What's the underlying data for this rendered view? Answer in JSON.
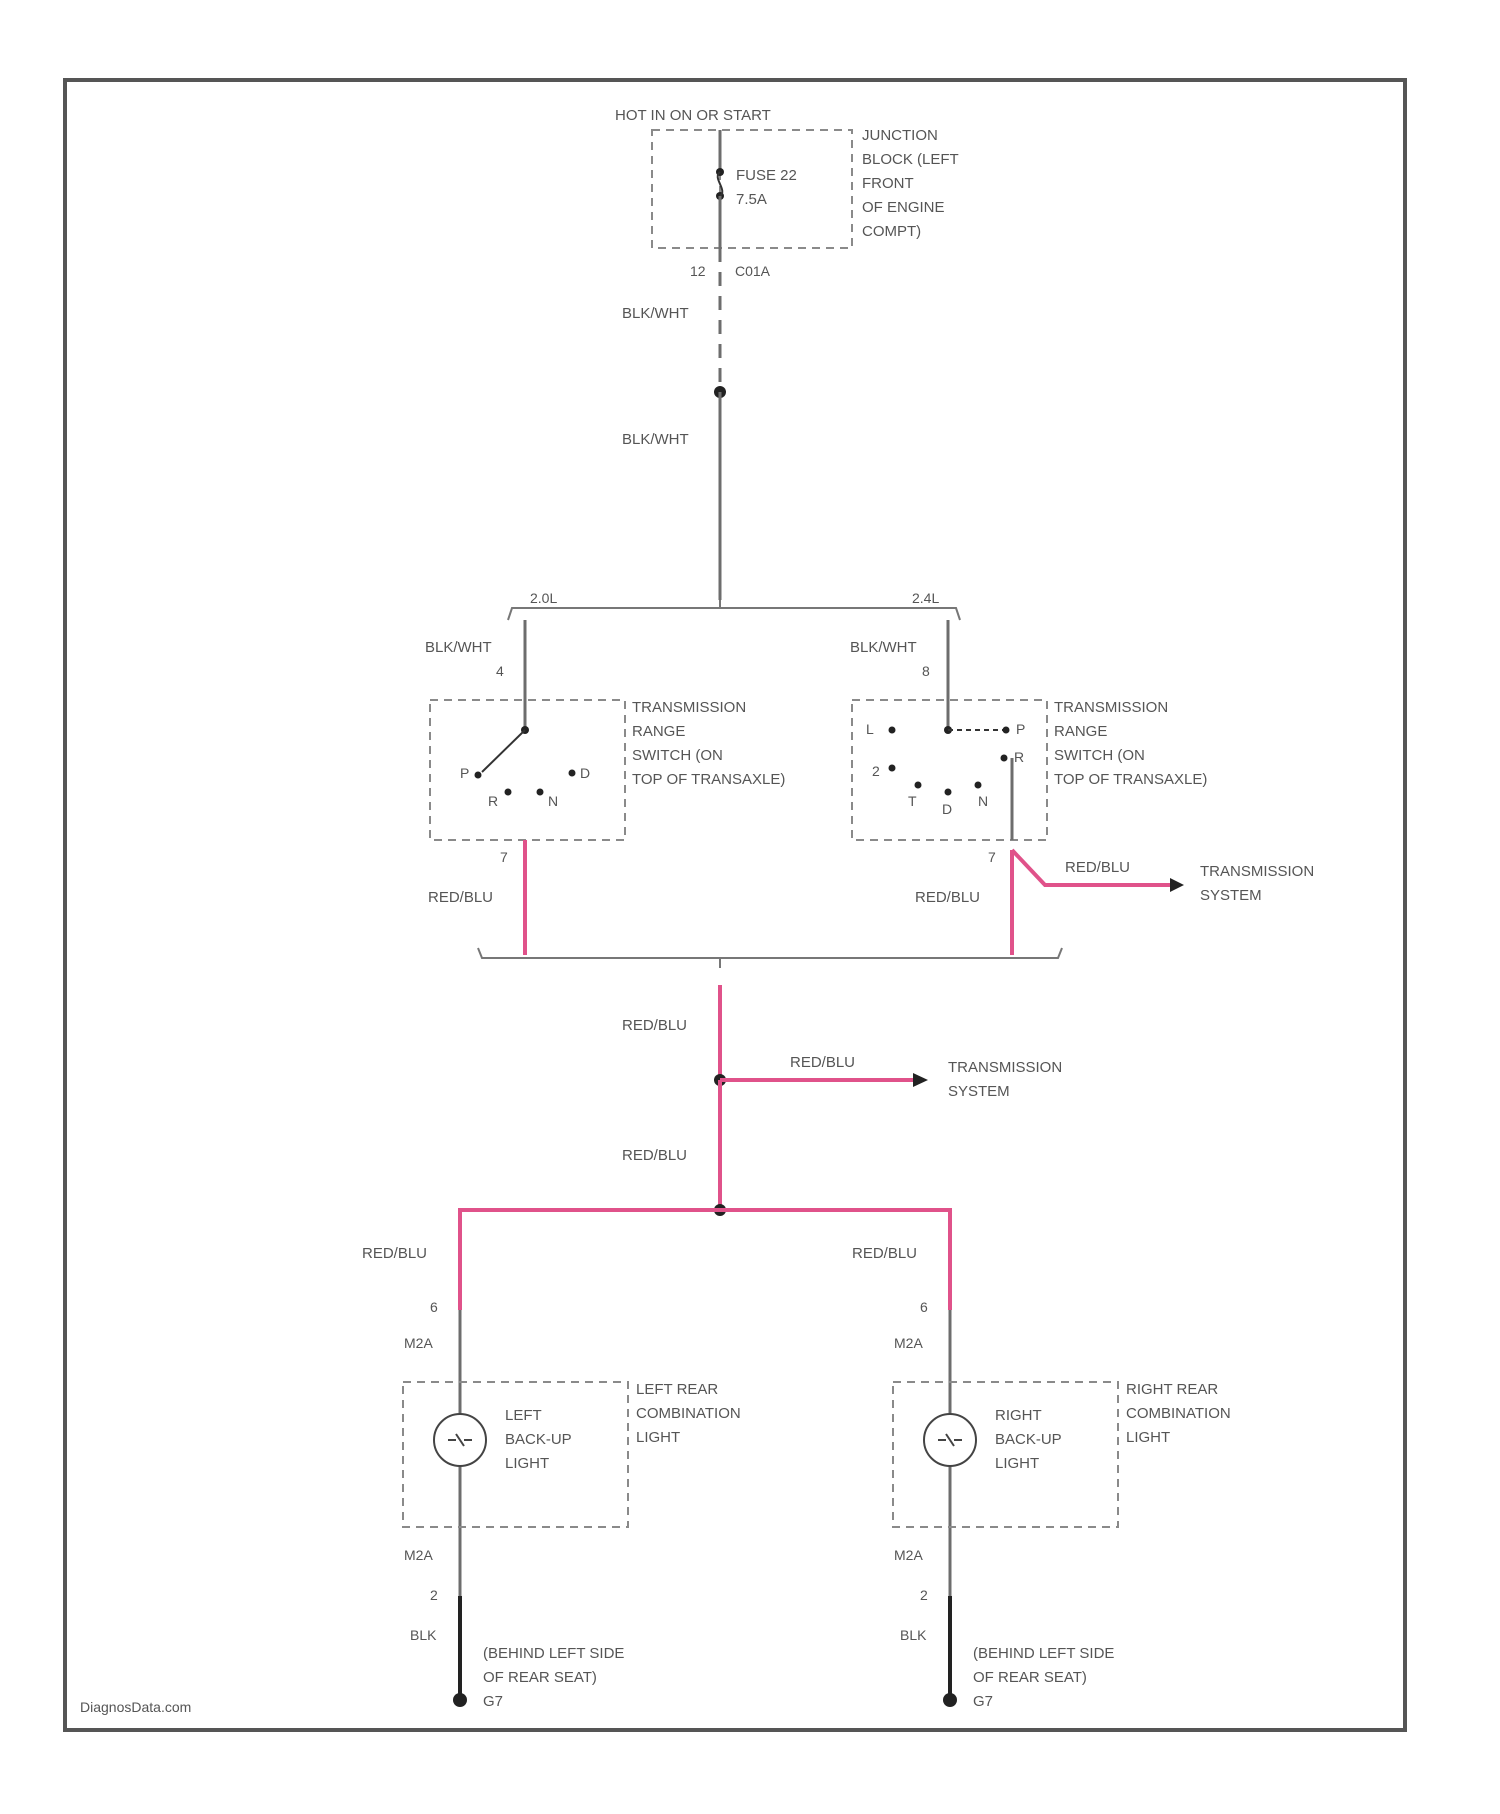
{
  "power": {
    "label": "HOT IN ON OR START"
  },
  "fuse": {
    "name": "FUSE 22",
    "rating": "7.5A"
  },
  "junction_block": {
    "lines": [
      "JUNCTION",
      "BLOCK (LEFT",
      "FRONT",
      "OF ENGINE",
      "COMPT)"
    ]
  },
  "fuse_connector": {
    "pin": "12",
    "id": "C01A"
  },
  "wires": {
    "blk_wht": "BLK/WHT",
    "red_blu": "RED/BLU",
    "blk": "BLK"
  },
  "variants": {
    "left": "2.0L",
    "right": "2.4L"
  },
  "trs_left": {
    "pin_in": "4",
    "pin_out": "7",
    "lines": [
      "TRANSMISSION",
      "RANGE",
      "SWITCH (ON",
      "TOP OF TRANSAXLE)"
    ],
    "positions": [
      "P",
      "R",
      "N",
      "D"
    ]
  },
  "trs_right": {
    "pin_in": "8",
    "pin_out": "7",
    "lines": [
      "TRANSMISSION",
      "RANGE",
      "SWITCH (ON",
      "TOP OF TRANSAXLE)"
    ],
    "positions": [
      "L",
      "P",
      "2",
      "R",
      "T",
      "D",
      "N"
    ]
  },
  "trans_system_1": {
    "lines": [
      "TRANSMISSION",
      "SYSTEM"
    ]
  },
  "trans_system_2": {
    "lines": [
      "TRANSMISSION",
      "SYSTEM"
    ]
  },
  "left_light": {
    "pin_top": "6",
    "pin_bottom": "2",
    "connector": "M2A",
    "bulb_lines": [
      "LEFT",
      "BACK-UP",
      "LIGHT"
    ],
    "assembly_lines": [
      "LEFT REAR",
      "COMBINATION",
      "LIGHT"
    ],
    "ground_lines": [
      "(BEHIND LEFT SIDE",
      "OF REAR SEAT)"
    ],
    "ground_id": "G7"
  },
  "right_light": {
    "pin_top": "6",
    "pin_bottom": "2",
    "connector": "M2A",
    "bulb_lines": [
      "RIGHT",
      "BACK-UP",
      "LIGHT"
    ],
    "assembly_lines": [
      "RIGHT REAR",
      "COMBINATION",
      "LIGHT"
    ],
    "ground_lines": [
      "(BEHIND LEFT SIDE",
      "OF REAR SEAT)"
    ],
    "ground_id": "G7"
  },
  "watermark": "DiagnosData.com",
  "colors": {
    "signal_wire": "#e0528a",
    "power_wire": "#6d6d6d",
    "frame": "#555555"
  }
}
